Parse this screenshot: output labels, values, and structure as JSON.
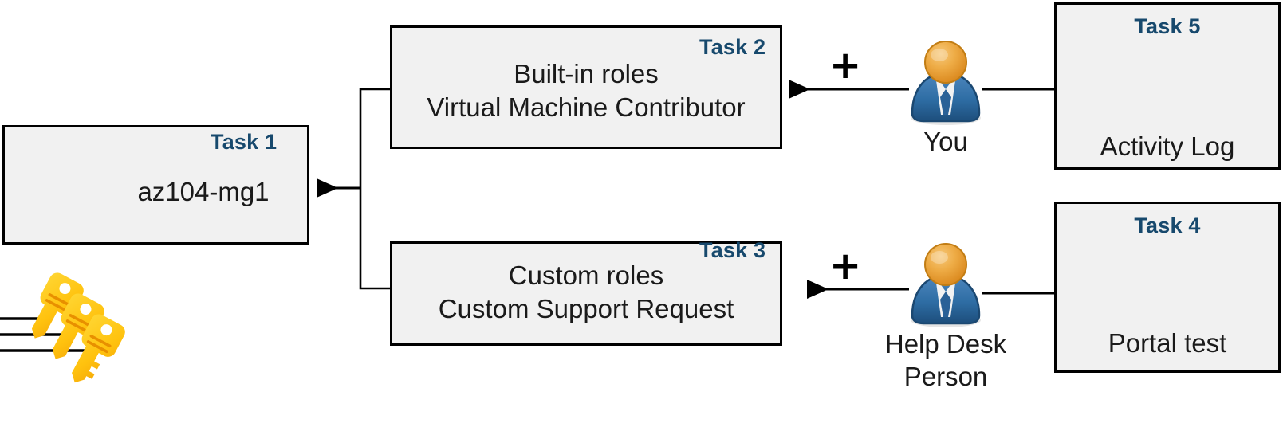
{
  "diagram": {
    "title": "Azure RBAC task diagram",
    "colors": {
      "task_label": "#17496d",
      "box_fill": "#f1f1f1",
      "box_border": "#000000",
      "arrow": "#000000",
      "key_gold": "#ffc20e",
      "key_amber": "#f9a51a",
      "person_head": "#e8a33d",
      "person_body": "#2e6da4",
      "gauge_ring": "#1e90e0",
      "gauge_needle": "#e8413c",
      "portal_arrow": "#3fa9f5",
      "portal_bracket": "#bfbfbf",
      "mg_root": "#a05ad3",
      "mg_mid": "#2f9ae8",
      "mg_leaf": "#38c6b4",
      "mg_bracket": "#a6a6a6"
    },
    "nodes": [
      {
        "id": "task1",
        "task_label": "Task 1",
        "text": "az104-mg1",
        "icon": "management-group-icon"
      },
      {
        "id": "task2",
        "task_label": "Task 2",
        "line1": "Built-in roles",
        "line2": "Virtual Machine Contributor"
      },
      {
        "id": "task3",
        "task_label": "Task 3",
        "line1": "Custom roles",
        "line2": "Custom Support Request"
      },
      {
        "id": "task4",
        "task_label": "Task 4",
        "text": "Portal test",
        "icon": "external-link-icon"
      },
      {
        "id": "task5",
        "task_label": "Task 5",
        "text": "Activity Log",
        "icon": "gauge-icon"
      }
    ],
    "actors": [
      {
        "id": "you",
        "label": "You",
        "icon": "person-icon"
      },
      {
        "id": "helpdesk",
        "label_line1": "Help Desk",
        "label_line2": "Person",
        "icon": "person-icon"
      }
    ],
    "operators": [
      {
        "id": "plus-top",
        "symbol": "+"
      },
      {
        "id": "plus-bottom",
        "symbol": "+"
      }
    ],
    "keys": {
      "icon": "three-keys-icon",
      "count": 3
    }
  }
}
